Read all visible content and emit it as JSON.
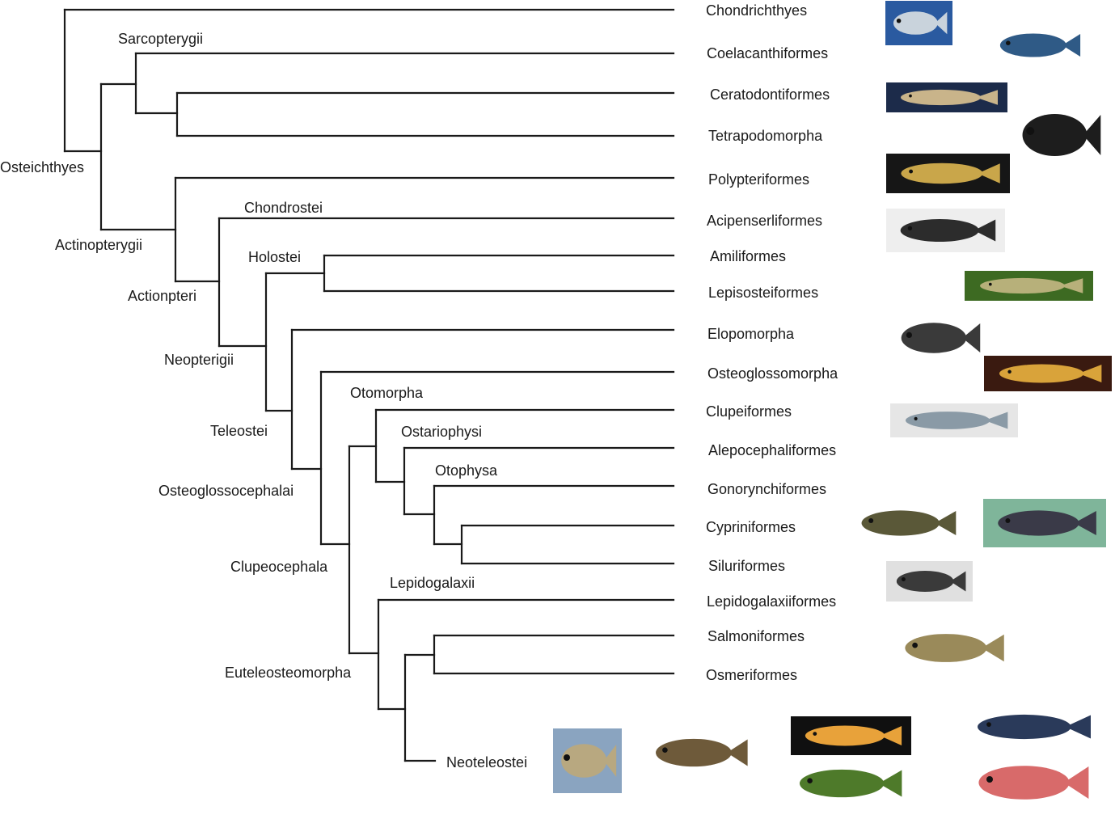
{
  "tips": [
    "Chondrichthyes",
    "Coelacanthiformes",
    "Ceratodontiformes",
    "Tetrapodomorpha",
    "Polypteriformes",
    "Acipenserliformes",
    "Amiliformes",
    "Lepisosteiformes",
    "Elopomorpha",
    "Osteoglossomorpha",
    "Clupeiformes",
    "Alepocephaliformes",
    "Gonorynchiformes",
    "Cypriniformes",
    "Siluriformes",
    "Lepidogalaxiiformes",
    "Salmoniformes",
    "Osmeriformes"
  ],
  "clades": {
    "osteichthyes": "Osteichthyes",
    "sarcopterygii": "Sarcopterygii",
    "actinopterygii": "Actinopterygii",
    "actionpteri": "Actionpteri",
    "chondrostei": "Chondrostei",
    "holostei": "Holostei",
    "neopterigii": "Neopterigii",
    "teleostei": "Teleostei",
    "osteoglossocephalai": "Osteoglossocephalai",
    "otomorpha": "Otomorpha",
    "ostariophysi": "Ostariophysi",
    "otophysa": "Otophysa",
    "clupeocephala": "Clupeocephala",
    "lepidogalaxii": "Lepidogalaxii",
    "euteleosteomorpha": "Euteleosteomorpha",
    "neoteleostei": "Neoteleostei"
  },
  "photos": [
    {
      "name": "shark-photo",
      "bg": "#2a5aa0",
      "fish": "#c9d3dc"
    },
    {
      "name": "coelacanth-photo",
      "bg": "#ffffff",
      "fish": "#2f5a86"
    },
    {
      "name": "lungfish-photo",
      "bg": "#1c2b4a",
      "fish": "#c9b48a"
    },
    {
      "name": "newt-photo",
      "bg": "#ffffff",
      "fish": "#1d1d1d"
    },
    {
      "name": "bichir-photo",
      "bg": "#161616",
      "fish": "#c9a64a"
    },
    {
      "name": "sturgeon-photo",
      "bg": "#eeeeee",
      "fish": "#2c2c2c"
    },
    {
      "name": "gar-photo",
      "bg": "#3d6a22",
      "fish": "#b7b07a"
    },
    {
      "name": "eel-photo",
      "bg": "#ffffff",
      "fish": "#3a3a3a"
    },
    {
      "name": "arowana-photo",
      "bg": "#3a1a10",
      "fish": "#d9a33a"
    },
    {
      "name": "herring-photo",
      "bg": "#e6e6e6",
      "fish": "#8a9aa6"
    },
    {
      "name": "carp-photo",
      "bg": "#ffffff",
      "fish": "#5a5838"
    },
    {
      "name": "zebrafish-photo",
      "bg": "#7fb59a",
      "fish": "#3a3a48"
    },
    {
      "name": "catfish-photo",
      "bg": "#e0e0e0",
      "fish": "#3a3a3a"
    },
    {
      "name": "trout-photo",
      "bg": "#ffffff",
      "fish": "#9a8a5a"
    },
    {
      "name": "pufferfish-photo",
      "bg": "#8aa4c0",
      "fish": "#b8a880"
    },
    {
      "name": "flounder-photo",
      "bg": "#ffffff",
      "fish": "#6e5a3a"
    },
    {
      "name": "medaka-photo",
      "bg": "#101010",
      "fish": "#e8a23a"
    },
    {
      "name": "stickleback-photo",
      "bg": "#ffffff",
      "fish": "#4e7a2a"
    },
    {
      "name": "tuna-photo",
      "bg": "#ffffff",
      "fish": "#2a3a5a"
    },
    {
      "name": "seabream-photo",
      "bg": "#ffffff",
      "fish": "#d86a6a"
    }
  ]
}
